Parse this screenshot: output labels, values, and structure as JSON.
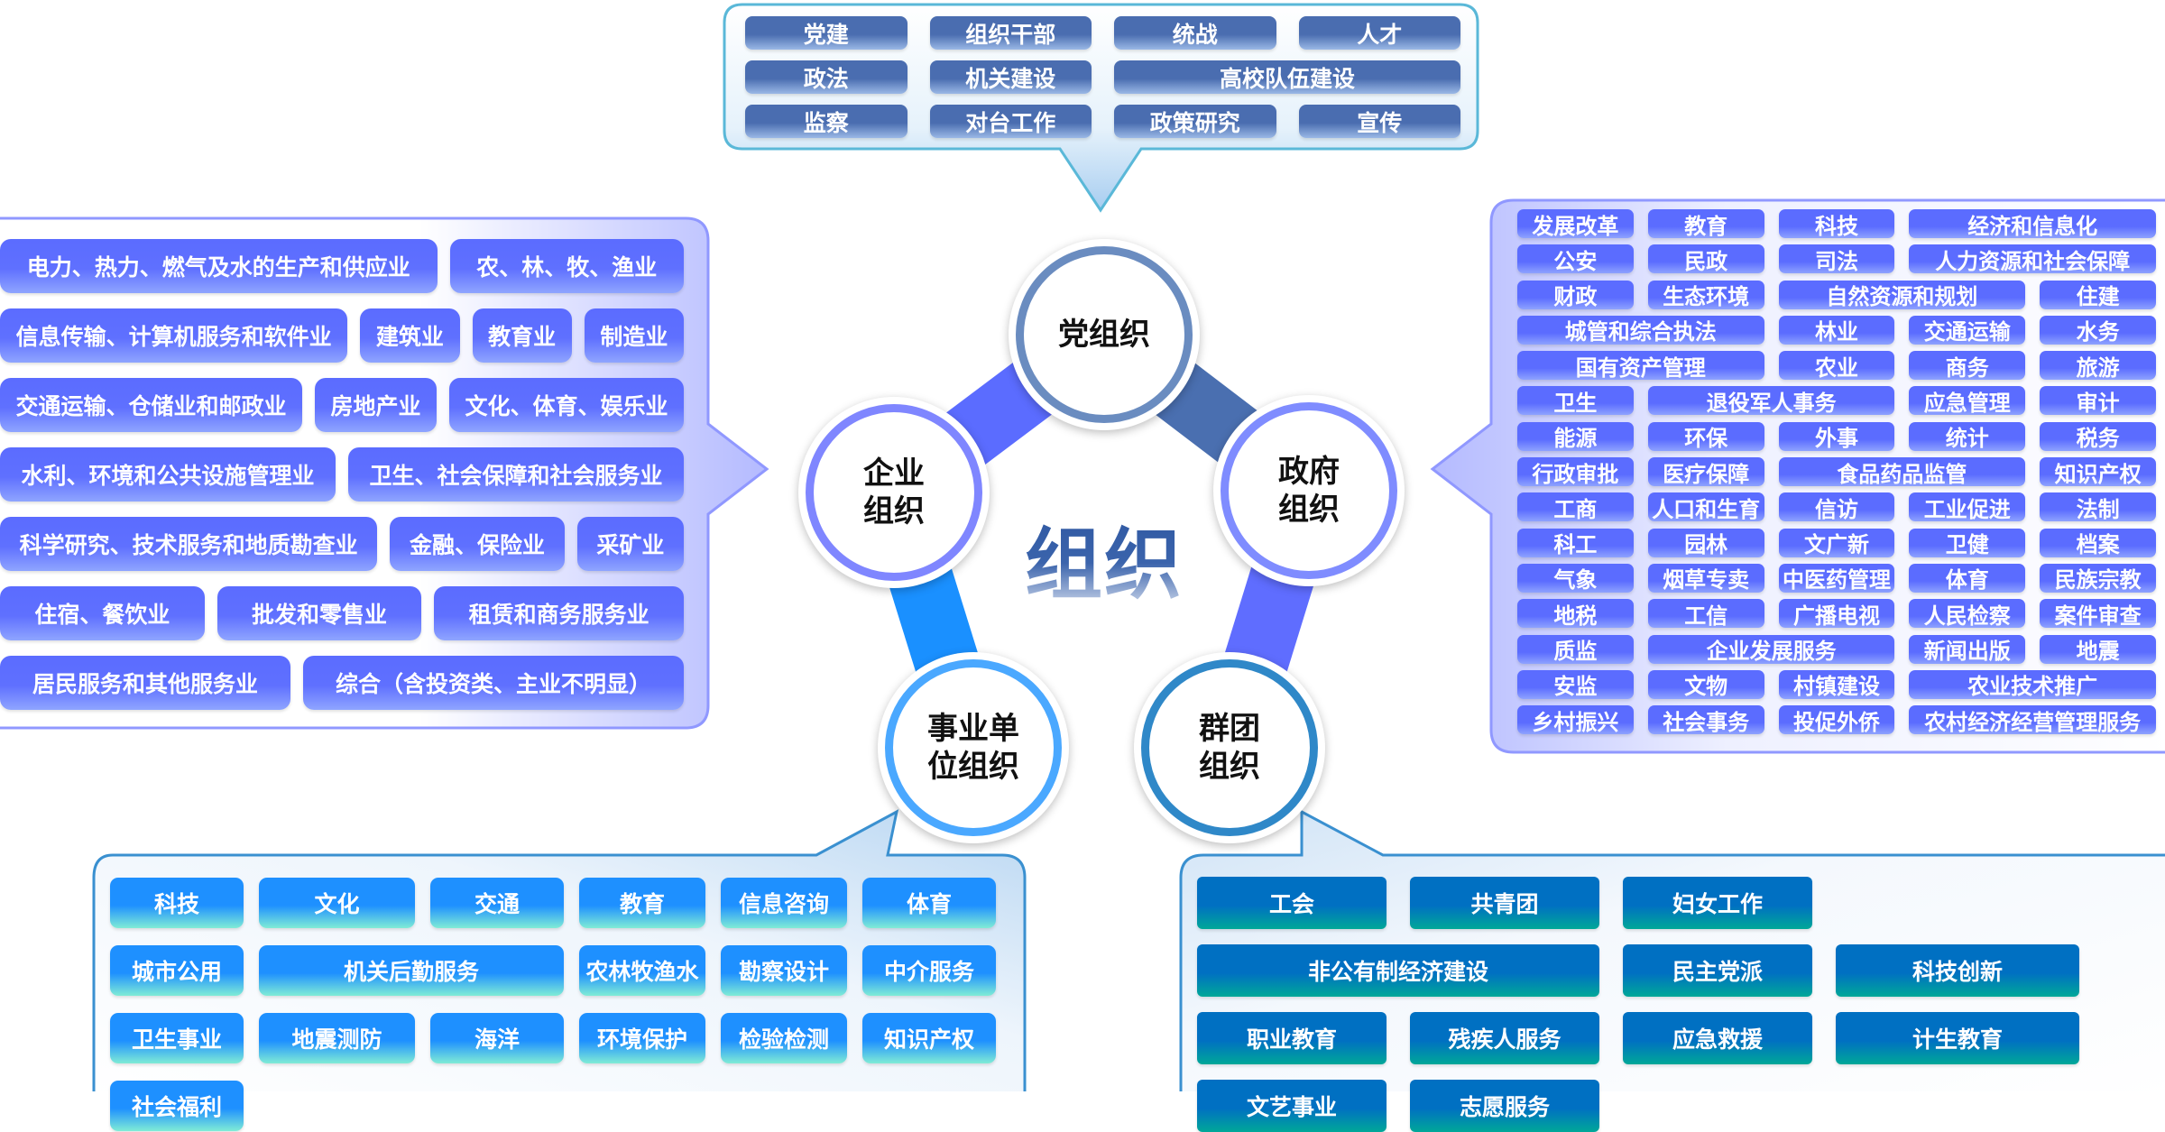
{
  "center": {
    "title": "组织",
    "nodes": [
      {
        "label": "党组织",
        "color": "#6a8cc0"
      },
      {
        "label": "政府\n组织",
        "color": "#7f8cff"
      },
      {
        "label": "群团\n组织",
        "color": "#2f88c8"
      },
      {
        "label": "事业单\n位组织",
        "color": "#4aa8ff"
      },
      {
        "label": "企业\n组织",
        "color": "#7f86ff"
      }
    ]
  },
  "party_panel": {
    "rows": [
      [
        "党建",
        "组织干部",
        "统战",
        "人才"
      ],
      [
        "政法",
        "机关建设",
        "高校队伍建设"
      ],
      [
        "监察",
        "对台工作",
        "政策研究",
        "宣传"
      ]
    ]
  },
  "government_panel": {
    "rows": [
      [
        "发展改革",
        "教育",
        "科技",
        "经济和信息化"
      ],
      [
        "公安",
        "民政",
        "司法",
        "人力资源和社会保障"
      ],
      [
        "财政",
        "生态环境",
        "自然资源和规划",
        "住建"
      ],
      [
        "城管和综合执法",
        "林业",
        "交通运输",
        "水务"
      ],
      [
        "国有资产管理",
        "农业",
        "商务",
        "旅游"
      ],
      [
        "卫生",
        "退役军人事务",
        "应急管理",
        "审计"
      ],
      [
        "能源",
        "环保",
        "外事",
        "统计",
        "税务"
      ],
      [
        "行政审批",
        "医疗保障",
        "食品药品监管",
        "知识产权"
      ],
      [
        "工商",
        "人口和生育",
        "信访",
        "工业促进",
        "法制"
      ],
      [
        "科工",
        "园林",
        "文广新",
        "卫健",
        "档案"
      ],
      [
        "气象",
        "烟草专卖",
        "中医药管理",
        "体育",
        "民族宗教"
      ],
      [
        "地税",
        "工信",
        "广播电视",
        "人民检察",
        "案件审查"
      ],
      [
        "质监",
        "企业发展服务",
        "新闻出版",
        "地震"
      ],
      [
        "安监",
        "文物",
        "村镇建设",
        "农业技术推广"
      ],
      [
        "乡村振兴",
        "社会事务",
        "投促外侨",
        "农村经济经营管理服务"
      ]
    ]
  },
  "enterprise_panel": {
    "rows": [
      [
        "电力、热力、燃气及水的生产和供应业",
        "农、林、牧、渔业"
      ],
      [
        "信息传输、计算机服务和软件业",
        "建筑业",
        "教育业",
        "制造业"
      ],
      [
        "交通运输、仓储业和邮政业",
        "房地产业",
        "文化、体育、娱乐业"
      ],
      [
        "水利、环境和公共设施管理业",
        "卫生、社会保障和社会服务业"
      ],
      [
        "科学研究、技术服务和地质勘查业",
        "金融、保险业",
        "采矿业"
      ],
      [
        "住宿、餐饮业",
        "批发和零售业",
        "租赁和商务服务业"
      ],
      [
        "居民服务和其他服务业",
        "综合（含投资类、主业不明显）"
      ]
    ]
  },
  "institution_panel": {
    "rows": [
      [
        "科技",
        "文化",
        "交通",
        "教育",
        "信息咨询",
        "体育"
      ],
      [
        "城市公用",
        "机关后勤服务",
        "农林牧渔水",
        "勘察设计",
        "中介服务",
        "卫生事业"
      ],
      [
        "地震测防",
        "海洋",
        "环境保护",
        "检验检测",
        "知识产权",
        "社会福利"
      ]
    ]
  },
  "mass_org_panel": {
    "rows": [
      [
        "工会",
        "共青团",
        "妇女工作",
        "非公有制经济建设"
      ],
      [
        "民主党派",
        "科技创新",
        "职业教育",
        "残疾人服务"
      ],
      [
        "应急救援",
        "计生教育",
        "文艺事业",
        "志愿服务"
      ]
    ]
  }
}
